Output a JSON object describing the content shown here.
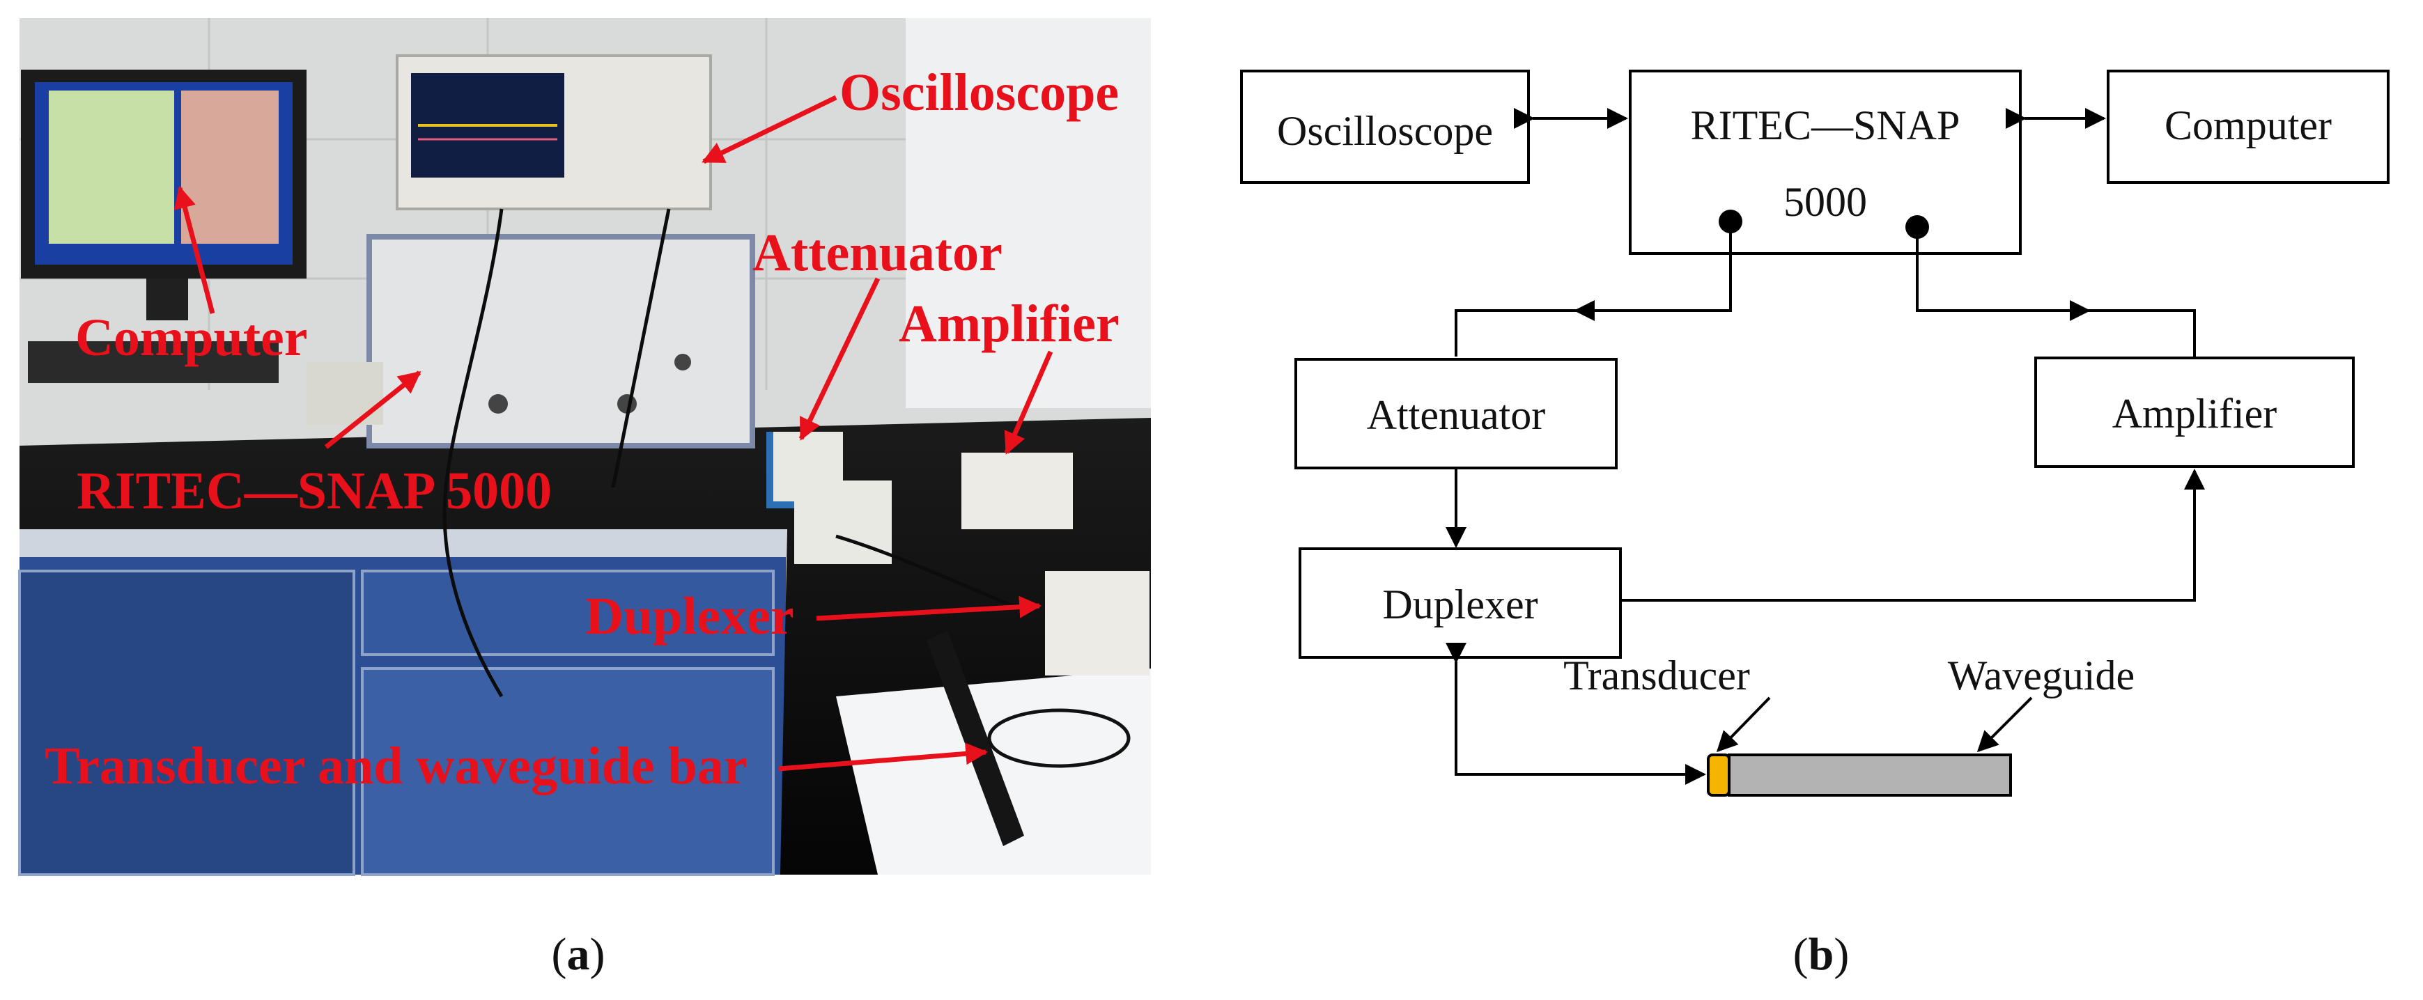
{
  "panel_a": {
    "caption_open": "(",
    "caption_letter": "a",
    "caption_close": ")",
    "labels": {
      "oscilloscope": "Oscilloscope",
      "computer": "Computer",
      "attenuator": "Attenuator",
      "amplifier": "Amplifier",
      "ritec": "RITEC—SNAP 5000",
      "duplexer": "Duplexer",
      "transducer_bar": "Transducer and waveguide bar"
    }
  },
  "panel_b": {
    "caption_open": "(",
    "caption_letter": "b",
    "caption_close": ")",
    "boxes": {
      "oscilloscope": "Oscilloscope",
      "ritec_line1": "RITEC—SNAP",
      "ritec_line2": "5000",
      "computer": "Computer",
      "attenuator": "Attenuator",
      "amplifier": "Amplifier",
      "duplexer": "Duplexer"
    },
    "labels": {
      "transducer": "Transducer",
      "waveguide": "Waveguide"
    },
    "colors": {
      "transducer": "#f5b400",
      "waveguide": "#b3b3b3"
    }
  }
}
